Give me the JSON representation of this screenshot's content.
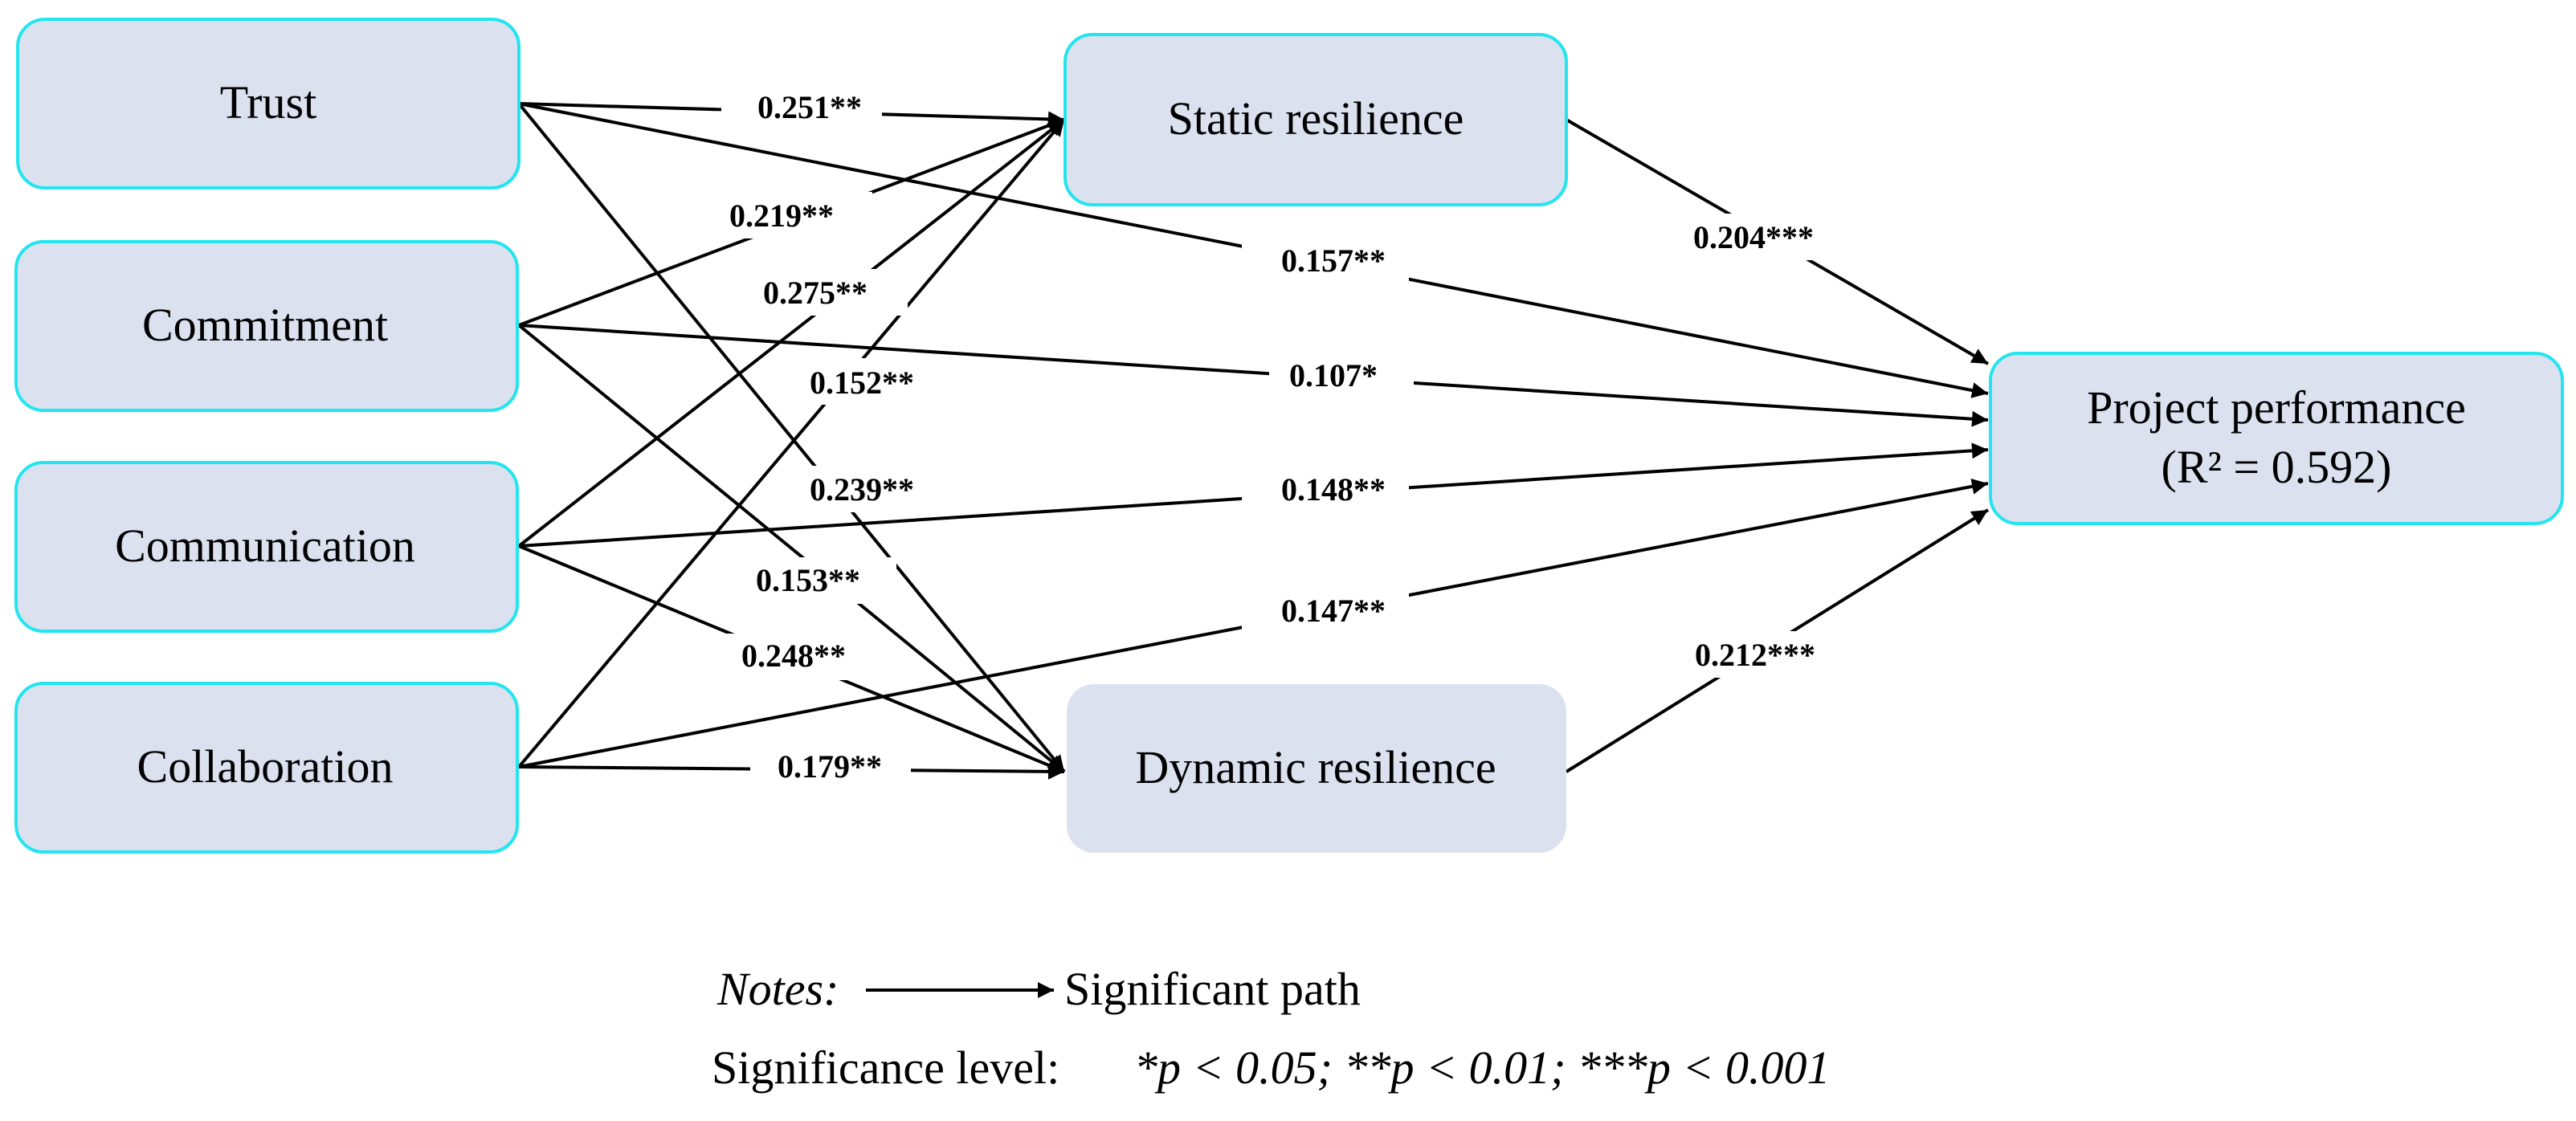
{
  "diagram": {
    "nodes": {
      "trust": {
        "label": "Trust"
      },
      "commitment": {
        "label": "Commitment"
      },
      "communication": {
        "label": "Communication"
      },
      "collaboration": {
        "label": "Collaboration"
      },
      "static": {
        "label": "Static resilience"
      },
      "dynamic": {
        "label": "Dynamic resilience"
      },
      "performance": {
        "label_line1": "Project performance",
        "label_line2": "(R² = 0.592)"
      }
    },
    "edges": {
      "trust_static": "0.251**",
      "trust_performance": "0.157**",
      "trust_dynamic": "0.239**",
      "commitment_static": "0.219**",
      "commitment_performance": "0.107*",
      "commitment_dynamic": "0.153**",
      "communication_static": "0.275**",
      "communication_performance": "0.148**",
      "communication_dynamic": "0.248**",
      "collaboration_static": "0.152**",
      "collaboration_performance": "0.147**",
      "collaboration_dynamic": "0.179**",
      "static_performance": "0.204***",
      "dynamic_performance": "0.212***"
    },
    "colors": {
      "node_fill": "#dce1f0",
      "node_border": "#22e5ef",
      "arrow": "#000000"
    }
  },
  "notes": {
    "label": "Notes:",
    "legend_text": "Significant path",
    "significance_label": "Significance level:",
    "significance_values": "*p < 0.05; **p < 0.01; ***p < 0.001"
  }
}
